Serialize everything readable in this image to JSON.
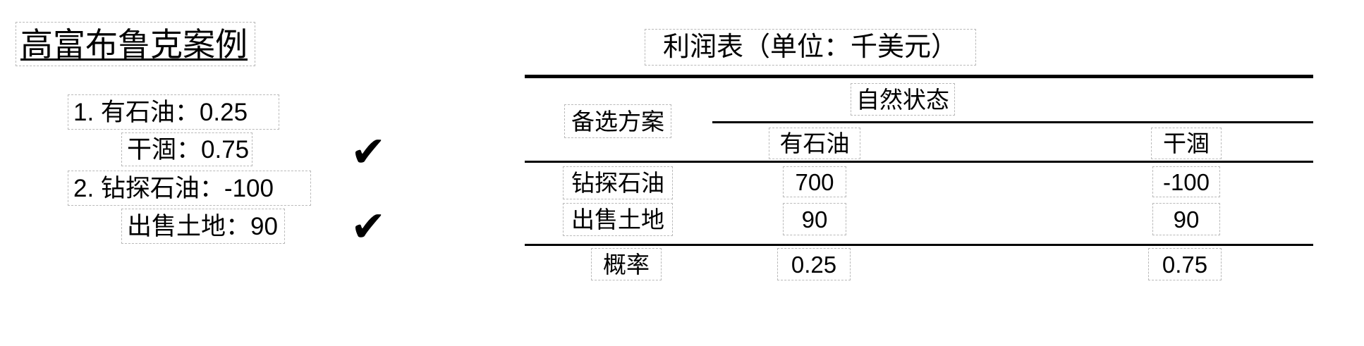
{
  "left_panel": {
    "title": "高富布鲁克案例",
    "items": [
      {
        "text": "1.  有石油：0.25"
      },
      {
        "text": "干涸：0.75"
      },
      {
        "text": "2.  钻探石油：-100"
      },
      {
        "text": "出售土地：90"
      }
    ],
    "check_marks": [
      {
        "glyph": "✔"
      },
      {
        "glyph": "✔"
      }
    ]
  },
  "table": {
    "title": "利润表（单位：千美元）",
    "row_header_label": "备选方案",
    "group_header_label": "自然状态",
    "column_headers": [
      "有石油",
      "干涸"
    ],
    "rows": [
      {
        "label": "钻探石油",
        "values": [
          "700",
          "-100"
        ]
      },
      {
        "label": "出售土地",
        "values": [
          "90",
          "90"
        ]
      },
      {
        "label": "概率",
        "values": [
          "0.25",
          "0.75"
        ]
      }
    ]
  },
  "colors": {
    "text": "#000000",
    "annotation_box_border": "#b9b9b9",
    "rule": "#000000",
    "background": "#ffffff"
  }
}
